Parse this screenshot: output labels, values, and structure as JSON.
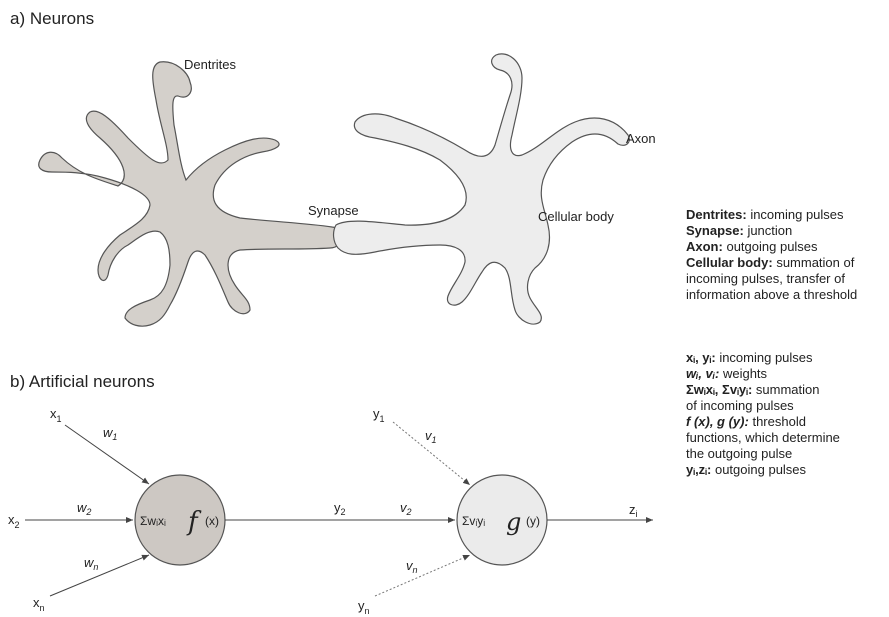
{
  "section_a": {
    "title": "a) Neurons"
  },
  "section_b": {
    "title": "b) Artificial neurons"
  },
  "bio_labels": {
    "dentrites": "Dentrites",
    "axon": "Axon",
    "synapse": "Synapse",
    "cellular_body": "Cellular body"
  },
  "legend_bio": [
    {
      "term": "Dentrites:",
      "desc": "incoming pulses"
    },
    {
      "term": "Synapse:",
      "desc": "junction"
    },
    {
      "term": "Axon:",
      "desc": "outgoing pulses"
    },
    {
      "term": "Cellular body:",
      "desc": "summation of"
    },
    {
      "term": "",
      "desc": "incoming pulses, transfer of"
    },
    {
      "term": "",
      "desc": "information above a threshold"
    }
  ],
  "legend_art": [
    {
      "term": "xᵢ, yᵢ:",
      "desc": "incoming pulses"
    },
    {
      "term": "wᵢ, vᵢ:",
      "desc": "weights"
    },
    {
      "term": "Σwᵢxᵢ, Σvᵢyᵢ:",
      "desc": "summation"
    },
    {
      "term": "",
      "desc": "of incoming pulses"
    },
    {
      "term": "f (x), g (y):",
      "desc": "threshold"
    },
    {
      "term": "",
      "desc": "functions, which determine"
    },
    {
      "term": "",
      "desc": "the outgoing pulse"
    },
    {
      "term": "yᵢ,zᵢ:",
      "desc": "outgoing pulses"
    }
  ],
  "artificial": {
    "inputs_left": [
      "x",
      "x",
      "x"
    ],
    "inputs_left_sub": [
      "1",
      "2",
      "n"
    ],
    "weights_left": [
      "w",
      "w",
      "w"
    ],
    "weights_left_sub": [
      "1",
      "2",
      "n"
    ],
    "node1_sum": "Σwᵢxᵢ",
    "node1_fn": "f",
    "node1_arg": "(x)",
    "link_label": "y",
    "link_label_sub": "2",
    "inputs_right": [
      "y",
      "y"
    ],
    "inputs_right_sub": [
      "1",
      "n"
    ],
    "weights_right": [
      "v",
      "v",
      "v"
    ],
    "weights_right_sub": [
      "1",
      "2",
      "n"
    ],
    "node2_sum": "Σvᵢyᵢ",
    "node2_fn": "g",
    "node2_arg": "(y)",
    "output_label": "z",
    "output_label_sub": "i"
  },
  "colors": {
    "neuron_left_fill": "#d4d0cb",
    "neuron_right_fill": "#ededed",
    "node1_fill": "#cdc8c3",
    "node2_fill": "#ebebeb",
    "stroke": "#555555"
  }
}
